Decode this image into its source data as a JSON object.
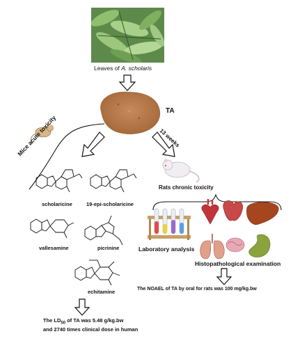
{
  "leaves": {
    "caption_prefix": "Leaves of ",
    "caption_species": "A. scholaris"
  },
  "powder": {
    "label": "TA"
  },
  "branches": {
    "acute": "Mice acute toxicity",
    "chronic_weeks": "13 weeks",
    "chronic": "Rats chronic toxicity"
  },
  "compounds": {
    "c1": "scholaricine",
    "c2": "19-epi-scholaricine",
    "c3": "vallesamine",
    "c4": "picrinine",
    "c5": "echitamine"
  },
  "chronic_methods": {
    "lab": "Laboratory analysis",
    "histo": "Histopathological  examination"
  },
  "conclusions": {
    "noael": "The NOAEL of TA by oral for rats was 100 mg/kg.bw",
    "ld50_prefix": "The LD",
    "ld50_sub": "50",
    "ld50_suffix": " of TA was 5.48 g/kg.bw",
    "ld50_line2": "and 2740 times clinical dose in human"
  },
  "colors": {
    "powder": "#b8784a",
    "leaf_dark": "#2f5a22",
    "leaf_light": "#8fbf6f",
    "rack": "#c9a06a",
    "heart": "#c0343a",
    "liver": "#a5461f",
    "stomach": "#8aa33c",
    "lung": "#e0a08a"
  }
}
